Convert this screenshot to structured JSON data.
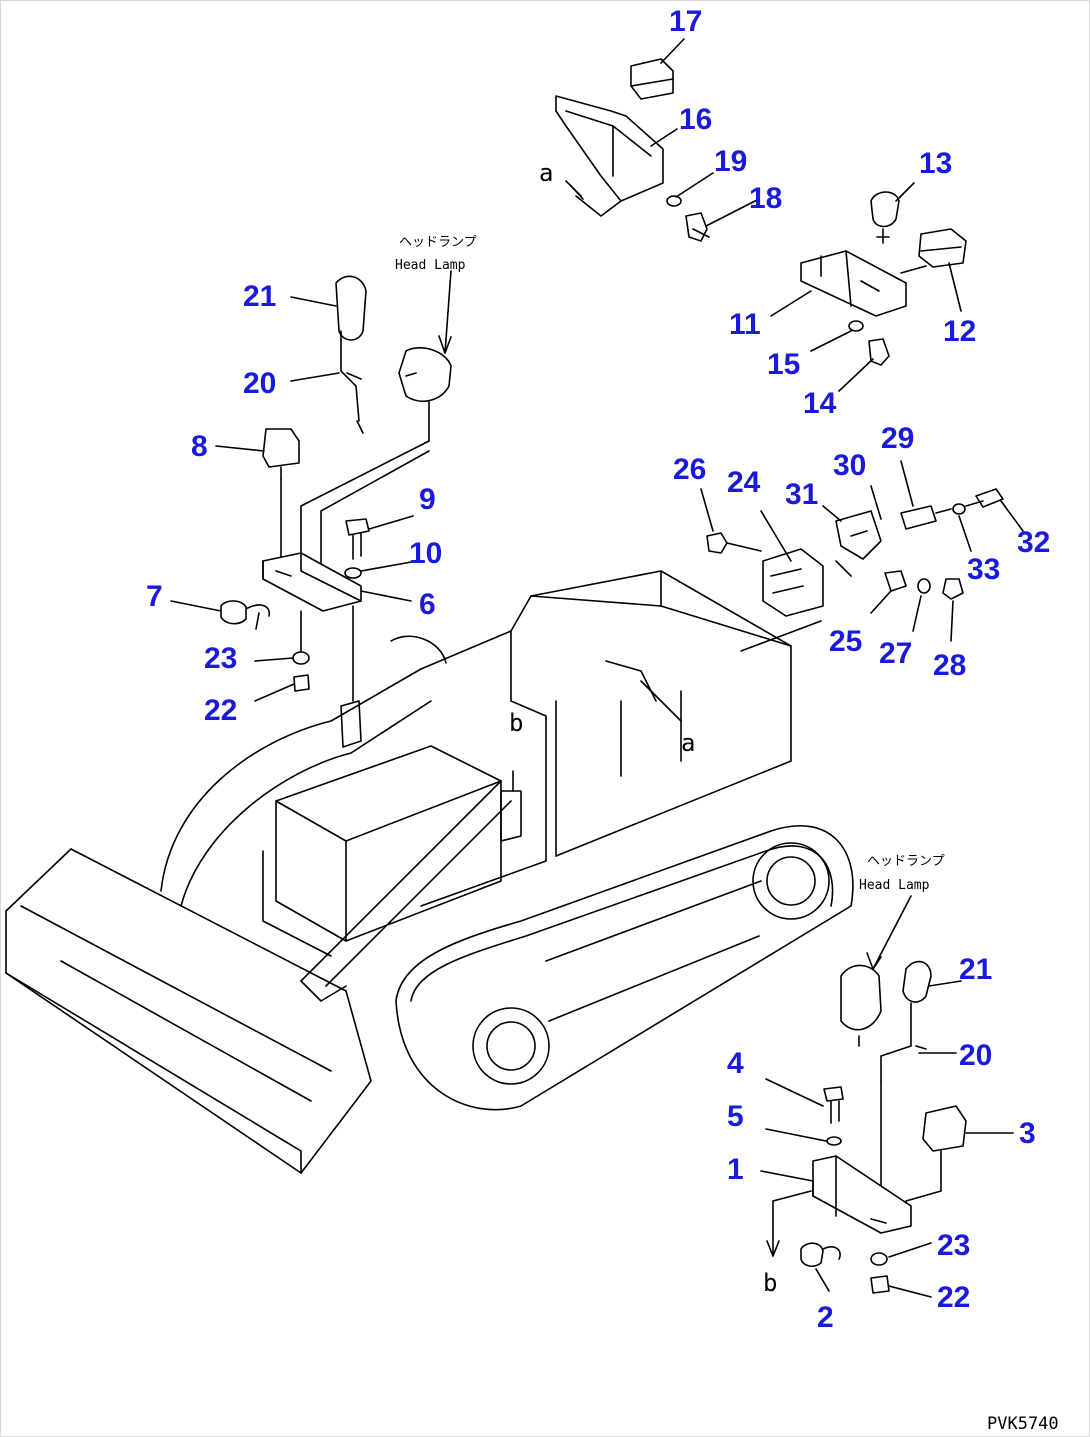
{
  "callouts": {
    "n1": "1",
    "n2": "2",
    "n3": "3",
    "n4": "4",
    "n5": "5",
    "n6": "6",
    "n7": "7",
    "n8": "8",
    "n9": "9",
    "n10": "10",
    "n11": "11",
    "n12": "12",
    "n13": "13",
    "n14": "14",
    "n15": "15",
    "n16": "16",
    "n17": "17",
    "n18": "18",
    "n19": "19",
    "n20a": "20",
    "n20b": "20",
    "n21a": "21",
    "n21b": "21",
    "n22a": "22",
    "n22b": "22",
    "n23a": "23",
    "n23b": "23",
    "n24": "24",
    "n25": "25",
    "n26": "26",
    "n27": "27",
    "n28": "28",
    "n29": "29",
    "n30": "30",
    "n31": "31",
    "n32": "32",
    "n33": "33"
  },
  "notes": {
    "jp_headlamp": "ヘッドランプ",
    "en_headlamp": "Head Lamp"
  },
  "view_markers": {
    "a": "a",
    "b": "b"
  },
  "drawing_code": "PVK5740",
  "colors": {
    "callout": "#1a1adc",
    "line": "#000000"
  }
}
